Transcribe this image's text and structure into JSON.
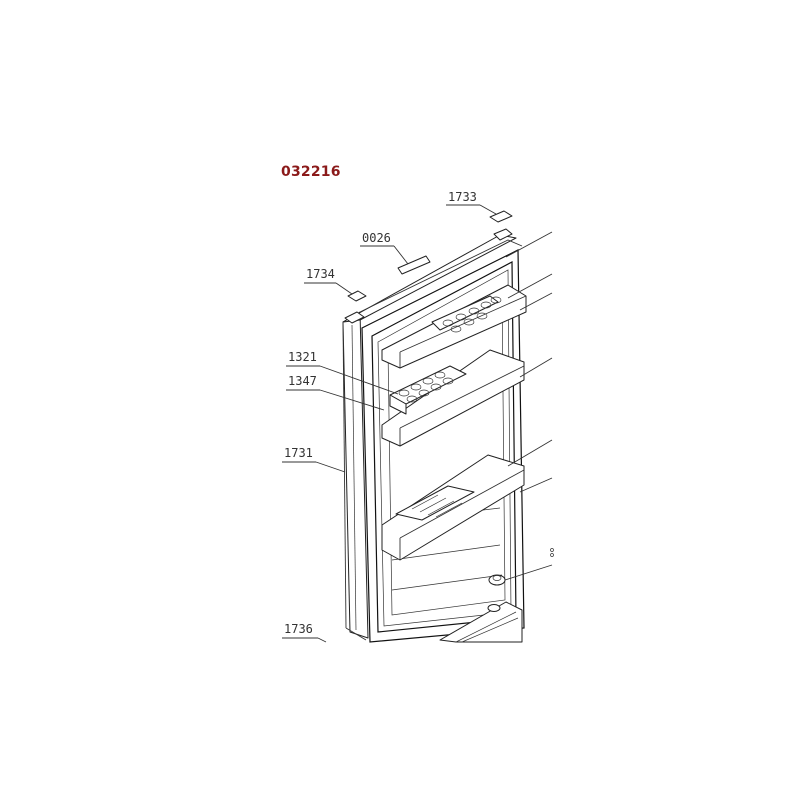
{
  "diagram": {
    "code": "032216",
    "parts": [
      {
        "id": "1733",
        "label": "1733"
      },
      {
        "id": "0026",
        "label": "0026"
      },
      {
        "id": "1734",
        "label": "1734"
      },
      {
        "id": "1321",
        "label": "1321"
      },
      {
        "id": "1347",
        "label": "1347"
      },
      {
        "id": "1731",
        "label": "1731"
      },
      {
        "id": "1736",
        "label": "1736"
      }
    ],
    "colors": {
      "code": "#8b1a1a",
      "line": "#222222",
      "background": "#ffffff"
    }
  }
}
